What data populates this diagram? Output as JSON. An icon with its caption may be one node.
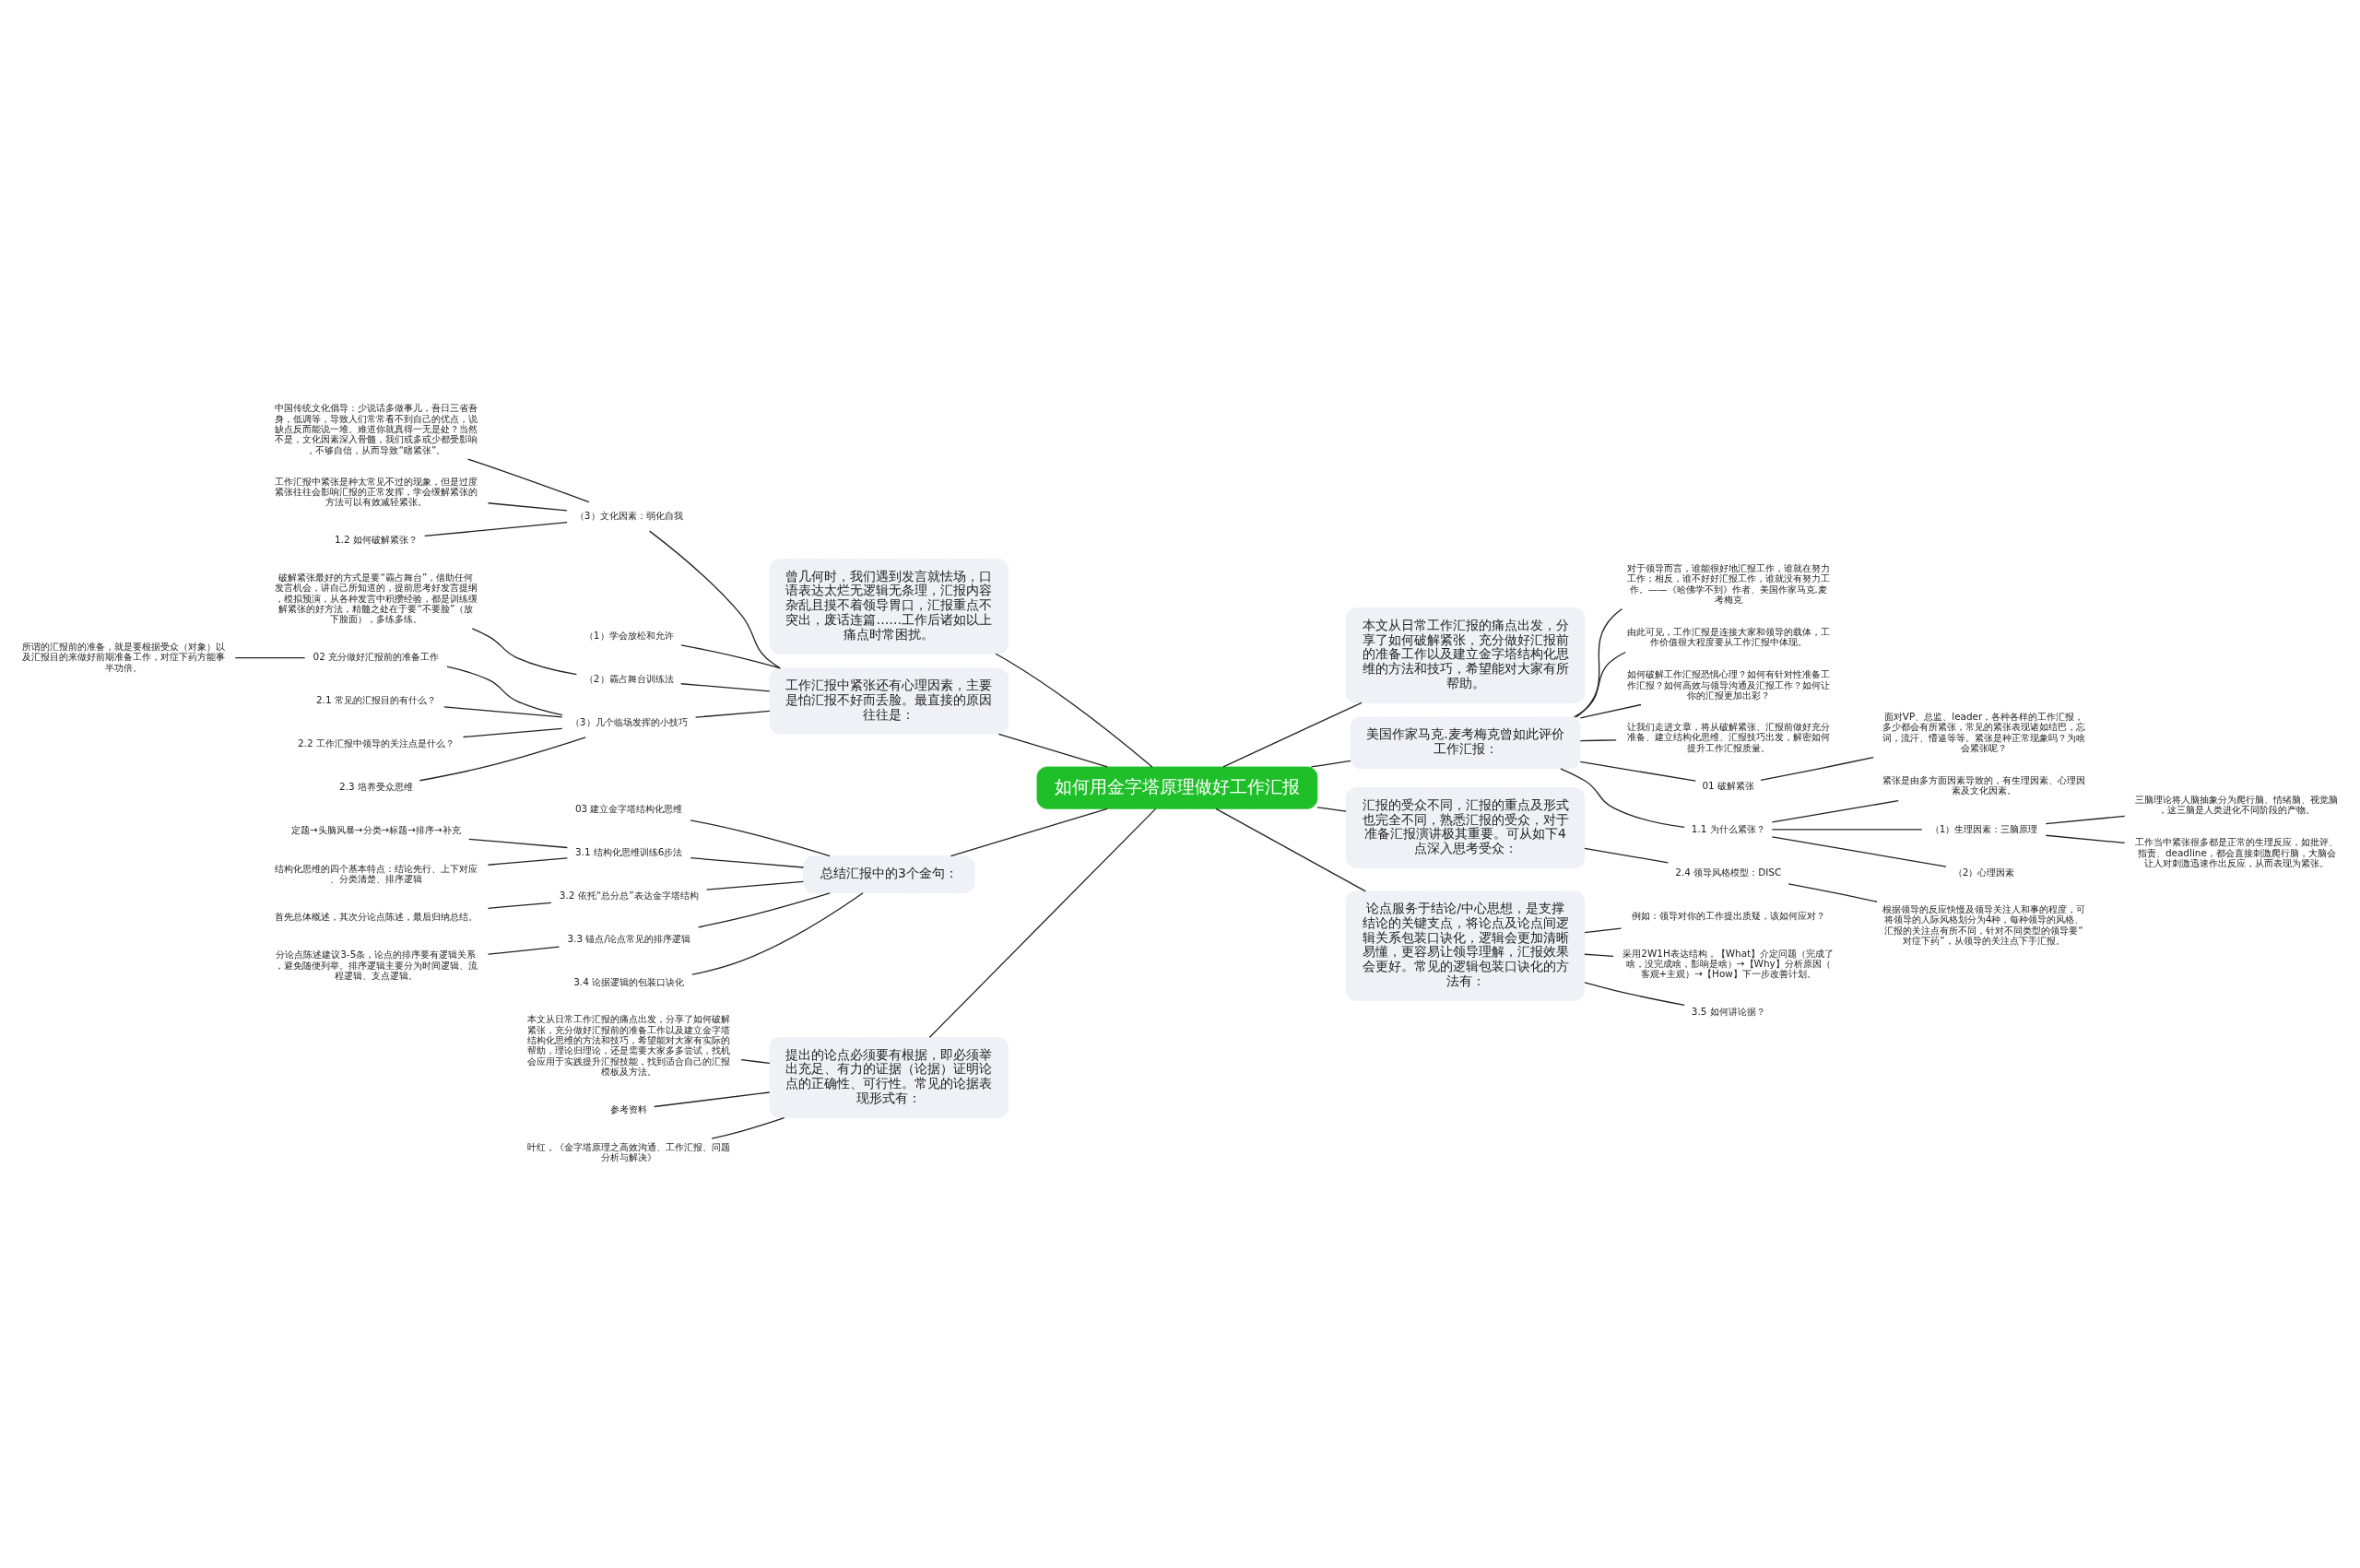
{
  "diagram": {
    "nodes": [
      {
        "text": [
          "如何用金字塔原理做好工作汇报"
        ]
      },
      {
        "text": [
          "曾几何时，我们遇到发言就怯场，口语表达太烂无逻辑无条理，汇报内容杂乱且摸不着领导胃口，汇报重点不突出，废话连篇……工作后诸如以上痛点时常困扰。"
        ]
      },
      {
        "text": [
          "本文从日常工作汇报的痛点出发，分享了如何破解紧张，充分做好汇报前的准备工作以及建立金字塔结构化思维的方法和技巧，希望能对大家有所帮助。"
        ]
      },
      {
        "text": [
          "美国作家马克.麦考梅克曾如此评价工作汇报："
        ]
      },
      {
        "text": [
          "对于领导而言，谁能很好地汇报工作，谁就在努力工作；相反，谁不好好汇报工作，谁就没有努力工作。——《哈佛学不到》作者、美国作家马克.麦考梅克"
        ]
      },
      {
        "text": [
          "由此可见，工作汇报是连接大家和领导的载体，工作价值很大程度要从工作汇报中体现。"
        ]
      },
      {
        "text": [
          "如何破解工作汇报恐惧心理？如何有针对性准备工作汇报？如何高效与领导沟通及汇报工作？如何让你的汇报更加出彩？"
        ]
      },
      {
        "text": [
          "让我们走进文章，将从破解紧张、汇报前做好充分准备、建立结构化思维、汇报技巧出发，解密如何提升工作汇报质量。"
        ]
      },
      {
        "text": [
          "01 破解紧张"
        ]
      },
      {
        "text": [
          "面对VP、总监、leader，各种各样的工作汇报，多少都会有所紧张，常见的紧张表现诸如结巴，忘词，流汗、懵逼等等。紧张是种正常现象吗？为啥会紧张呢？"
        ]
      },
      {
        "text": [
          "1.1 为什么紧张？"
        ]
      },
      {
        "text": [
          "紧张是由多方面因素导致的，有生理因素、心理因素及文化因素。"
        ]
      },
      {
        "text": [
          "（1）生理因素：三脑原理"
        ]
      },
      {
        "text": [
          "三脑理论将人脑抽象分为爬行脑、情绪脑、视觉脑，这三脑是人类进化不同阶段的产物。"
        ]
      },
      {
        "text": [
          "工作当中紧张很多都是正常的生理反应，如批评、指责、deadline，都会直接刺激爬行脑，大脑会让人对刺激迅速作出反应，从而表现为紧张。"
        ]
      },
      {
        "text": [
          "（2）心理因素"
        ]
      },
      {
        "text": [
          "汇报的受众不同，汇报的重点及形式也完全不同，熟悉汇报的受众，对于准备汇报演讲极其重要。可从如下4点深入思考受众："
        ]
      },
      {
        "text": [
          "2.4 领导风格模型：DISC"
        ]
      },
      {
        "text": [
          "根据领导的反应快慢及领导关注人和事的程度，可将领导的人际风格划分为4种，每种领导的风格、汇报的关注点有所不同，针对不同类型的领导要“对症下药”，从领导的关注点下手汇报。"
        ]
      },
      {
        "text": [
          "论点服务于结论/中心思想，是支撑结论的关键支点，将论点及论点间逻辑关系包装口诀化，逻辑会更加清晰易懂，更容易让领导理解，汇报效果会更好。常见的逻辑包装口诀化的方法有："
        ]
      },
      {
        "text": [
          "例如：领导对你的工作提出质疑，该如何应对？"
        ]
      },
      {
        "text": [
          "采用2W1H表达结构，【What】介定问题（完成了啥，没完成啥，影响是啥）→【Why】分析原因（客观+主观）→【How】下一步改善计划。"
        ]
      },
      {
        "text": [
          "3.5 如何讲论据？"
        ]
      },
      {
        "text": [
          "工作汇报中紧张还有心理因素，主要是怕汇报不好而丢脸。最直接的原因往往是："
        ]
      },
      {
        "text": [
          "（3）文化因素：弱化自我"
        ]
      },
      {
        "text": [
          "中国传统文化倡导：少说话多做事儿，吾日三省吾身，低调等，导致人们常常看不到自己的优点，说缺点反而能说一堆。难道你就真得一无是处？当然不是，文化因素深入骨髓，我们或多或少都受影响，不够自信，从而导致“瞎紧张”。"
        ]
      },
      {
        "text": [
          "工作汇报中紧张是种太常见不过的现象，但是过度紧张往往会影响汇报的正常发挥，学会缓解紧张的方法可以有效减轻紧张。"
        ]
      },
      {
        "text": [
          "1.2 如何破解紧张？"
        ]
      },
      {
        "text": [
          "（1）学会放松和允许"
        ]
      },
      {
        "text": [
          "（2）霸占舞台训练法"
        ]
      },
      {
        "text": [
          "破解紧张最好的方式是要“霸占舞台”，借助任何发言机会，讲自己所知道的，提前思考好发言提纲，模拟预演，从各种发言中积攒经验，都是训练缓解紧张的好方法，精髓之处在于要“不要脸”（放下脸面），多练多练。"
        ]
      },
      {
        "text": [
          "（3）几个临场发挥的小技巧"
        ]
      },
      {
        "text": [
          "02 充分做好汇报前的准备工作"
        ]
      },
      {
        "text": [
          "所谓的汇报前的准备，就是要根据受众（对象）以及汇报目的来做好前期准备工作，对症下药方能事半功倍。"
        ]
      },
      {
        "text": [
          "2.1 常见的汇报目的有什么？"
        ]
      },
      {
        "text": [
          "2.2 工作汇报中领导的关注点是什么？"
        ]
      },
      {
        "text": [
          "2.3 培养受众思维"
        ]
      },
      {
        "text": [
          "总结汇报中的3个金句："
        ]
      },
      {
        "text": [
          "03 建立金字塔结构化思维"
        ]
      },
      {
        "text": [
          "3.1 结构化思维训练6步法"
        ]
      },
      {
        "text": [
          "定题→头脑风暴→分类→标题→排序→补充"
        ]
      },
      {
        "text": [
          "结构化思维的四个基本特点：结论先行、上下对应、分类清楚、排序逻辑"
        ]
      },
      {
        "text": [
          "3.2 依托“总分总”表达金字塔结构"
        ]
      },
      {
        "text": [
          "首先总体概述，其次分论点陈述，最后归纳总结。"
        ]
      },
      {
        "text": [
          "3.3 锚点/论点常见的排序逻辑"
        ]
      },
      {
        "text": [
          "分论点陈述建议3-5条，论点的排序要有逻辑关系，避免随便列举。排序逻辑主要分为时间逻辑、流程逻辑、支点逻辑。"
        ]
      },
      {
        "text": [
          "3.4 论据逻辑的包装口诀化"
        ]
      },
      {
        "text": [
          "提出的论点必须要有根据，即必须举出充足、有力的证据（论据）证明论点的正确性、可行性。常见的论据表现形式有："
        ]
      },
      {
        "text": [
          "本文从日常工作汇报的痛点出发，分享了如何破解紧张，充分做好汇报前的准备工作以及建立金字塔结构化思维的方法和技巧，希望能对大家有实际的帮助，理论归理论，还是需要大家多多尝试，找机会应用于实践提升汇报技能，找到适合自己的汇报模板及方法。"
        ]
      },
      {
        "text": [
          "参考资料"
        ]
      },
      {
        "text": [
          "叶红，《金字塔原理之高效沟通、工作汇报、问题分析与解决》"
        ]
      }
    ],
    "edges": [
      {
        "from": 0,
        "to": 1,
        "arrow": "none"
      },
      {
        "from": 0,
        "to": 2,
        "arrow": "none"
      },
      {
        "from": 0,
        "to": 3,
        "arrow": "none"
      },
      {
        "from": 3,
        "to": 4,
        "arrow": "none"
      },
      {
        "from": 3,
        "to": 5,
        "arrow": "none"
      },
      {
        "from": 3,
        "to": 6,
        "arrow": "none"
      },
      {
        "from": 3,
        "to": 7,
        "arrow": "none"
      },
      {
        "from": 3,
        "to": 8,
        "arrow": "none"
      },
      {
        "from": 8,
        "to": 9,
        "arrow": "none"
      },
      {
        "from": 3,
        "to": 10,
        "arrow": "none"
      },
      {
        "from": 10,
        "to": 11,
        "arrow": "none"
      },
      {
        "from": 10,
        "to": 12,
        "arrow": "none"
      },
      {
        "from": 12,
        "to": 13,
        "arrow": "none"
      },
      {
        "from": 12,
        "to": 14,
        "arrow": "none"
      },
      {
        "from": 10,
        "to": 15,
        "arrow": "none"
      },
      {
        "from": 0,
        "to": 16,
        "arrow": "none"
      },
      {
        "from": 16,
        "to": 17,
        "arrow": "none"
      },
      {
        "from": 17,
        "to": 18,
        "arrow": "none"
      },
      {
        "from": 0,
        "to": 19,
        "arrow": "none"
      },
      {
        "from": 19,
        "to": 20,
        "arrow": "none"
      },
      {
        "from": 19,
        "to": 21,
        "arrow": "none"
      },
      {
        "from": 19,
        "to": 22,
        "arrow": "none"
      },
      {
        "from": 0,
        "to": 23,
        "arrow": "none"
      },
      {
        "from": 23,
        "to": 24,
        "arrow": "none"
      },
      {
        "from": 24,
        "to": 25,
        "arrow": "none"
      },
      {
        "from": 24,
        "to": 26,
        "arrow": "none"
      },
      {
        "from": 24,
        "to": 27,
        "arrow": "none"
      },
      {
        "from": 23,
        "to": 28,
        "arrow": "none"
      },
      {
        "from": 23,
        "to": 29,
        "arrow": "none"
      },
      {
        "from": 29,
        "to": 30,
        "arrow": "none"
      },
      {
        "from": 23,
        "to": 31,
        "arrow": "none"
      },
      {
        "from": 31,
        "to": 32,
        "arrow": "none"
      },
      {
        "from": 32,
        "to": 33,
        "arrow": "none"
      },
      {
        "from": 31,
        "to": 34,
        "arrow": "none"
      },
      {
        "from": 31,
        "to": 35,
        "arrow": "none"
      },
      {
        "from": 31,
        "to": 36,
        "arrow": "none"
      },
      {
        "from": 0,
        "to": 37,
        "arrow": "none"
      },
      {
        "from": 37,
        "to": 38,
        "arrow": "none"
      },
      {
        "from": 37,
        "to": 39,
        "arrow": "none"
      },
      {
        "from": 39,
        "to": 40,
        "arrow": "none"
      },
      {
        "from": 39,
        "to": 41,
        "arrow": "none"
      },
      {
        "from": 37,
        "to": 42,
        "arrow": "none"
      },
      {
        "from": 42,
        "to": 43,
        "arrow": "none"
      },
      {
        "from": 37,
        "to": 44,
        "arrow": "none"
      },
      {
        "from": 44,
        "to": 45,
        "arrow": "none"
      },
      {
        "from": 37,
        "to": 46,
        "arrow": "none"
      },
      {
        "from": 0,
        "to": 47,
        "arrow": "none"
      },
      {
        "from": 47,
        "to": 48,
        "arrow": "none"
      },
      {
        "from": 47,
        "to": 49,
        "arrow": "none"
      },
      {
        "from": 47,
        "to": 50,
        "arrow": "none"
      }
    ]
  }
}
